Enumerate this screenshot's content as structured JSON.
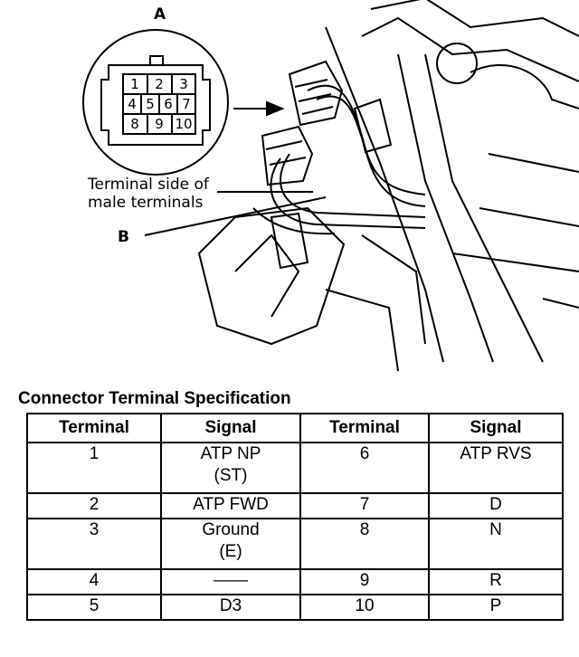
{
  "diagram": {
    "label_a": "A",
    "label_b": "B",
    "caption_line1": "Terminal side of",
    "caption_line2": "male terminals",
    "pins": [
      "1",
      "2",
      "3",
      "4",
      "5",
      "6",
      "7",
      "8",
      "9",
      "10"
    ]
  },
  "spec": {
    "title": "Connector Terminal Specification",
    "headers": [
      "Terminal",
      "Signal",
      "Terminal",
      "Signal"
    ],
    "rows": [
      {
        "t1": "1",
        "s1_a": "ATP NP",
        "s1_b": "(ST)",
        "t2": "6",
        "s2": "ATP RVS"
      },
      {
        "t1": "2",
        "s1_a": "ATP FWD",
        "s1_b": "",
        "t2": "7",
        "s2": "D"
      },
      {
        "t1": "3",
        "s1_a": "Ground",
        "s1_b": "(E)",
        "t2": "8",
        "s2": "N"
      },
      {
        "t1": "4",
        "s1_a": "——",
        "s1_b": "",
        "t2": "9",
        "s2": "R"
      },
      {
        "t1": "5",
        "s1_a": "D3",
        "s1_b": "",
        "t2": "10",
        "s2": "P"
      }
    ]
  }
}
